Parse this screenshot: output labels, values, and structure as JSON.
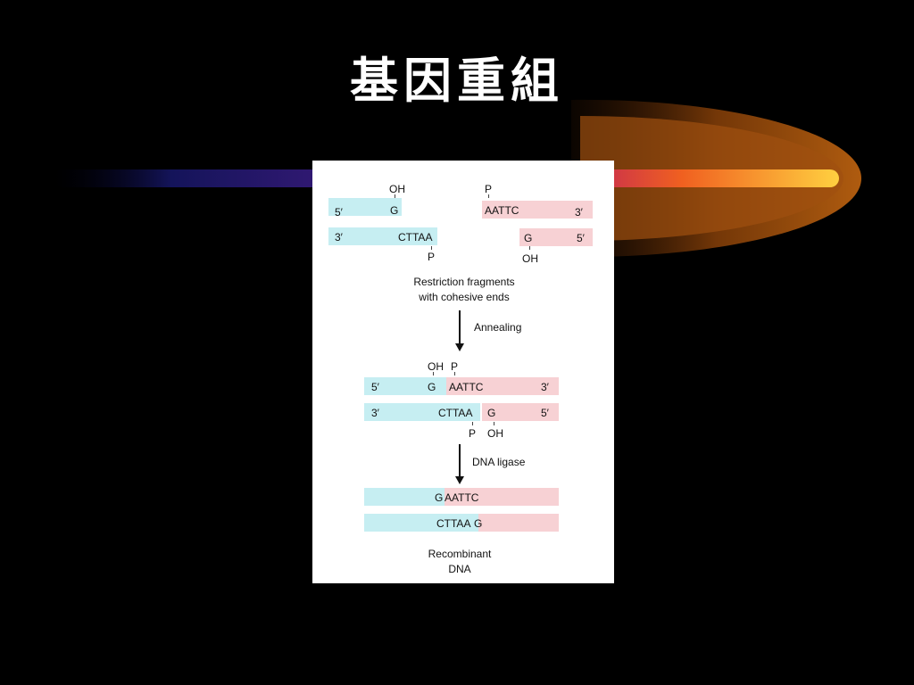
{
  "slide": {
    "title": "基因重組"
  },
  "colors": {
    "left_fragment": "#c6eef2",
    "right_fragment": "#f7d1d4",
    "background": "#000000"
  },
  "diagram": {
    "step1": {
      "left_top_group": "OH",
      "left_top_base": "G",
      "left_top_end": "5′",
      "left_bottom_end": "3′",
      "left_bottom_bases": "CTTAA",
      "left_bottom_group": "P",
      "right_top_group": "P",
      "right_top_bases": "AATTC",
      "right_top_end": "3′",
      "right_bottom_base": "G",
      "right_bottom_end": "5′",
      "right_bottom_group": "OH"
    },
    "caption1_line1": "Restriction fragments",
    "caption1_line2": "with cohesive ends",
    "arrow1_label": "Annealing",
    "step2": {
      "top_group_oh": "OH",
      "top_group_p": "P",
      "top_left_end": "5′",
      "top_left_base": "G",
      "top_right_bases": "AATTC",
      "top_right_end": "3′",
      "bottom_left_end": "3′",
      "bottom_left_bases": "CTTAA",
      "bottom_right_base": "G",
      "bottom_right_end": "5′",
      "bottom_group_p": "P",
      "bottom_group_oh": "OH"
    },
    "arrow2_label": "DNA ligase",
    "step3": {
      "top_left": "G",
      "top_right": "AATTC",
      "bottom_left": "CTTAA",
      "bottom_right": "G"
    },
    "caption2_line1": "Recombinant",
    "caption2_line2": "DNA"
  }
}
